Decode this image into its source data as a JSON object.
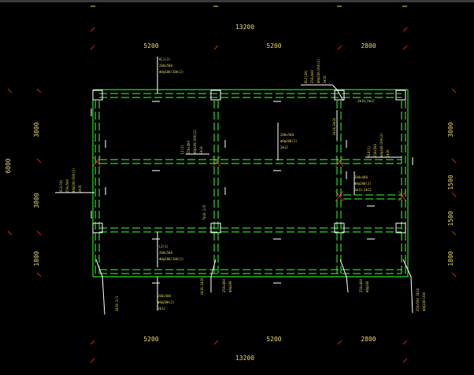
{
  "theme": {
    "background": "#000000",
    "beam_color": "#33ff33",
    "dim_text_color": "#e6d36a",
    "leader_color": "#ffffff",
    "tick_color": "#cc2222"
  },
  "dimensions": {
    "top_total": "13200",
    "top_spans": [
      "5200",
      "5200",
      "2800"
    ],
    "bottom_total": "13200",
    "bottom_spans": [
      "5200",
      "5200",
      "2800"
    ],
    "left_total": "6000",
    "left_spans": [
      "3000",
      "3000",
      "1800"
    ],
    "right_spans": [
      "3000",
      "1500",
      "1500",
      "1800"
    ]
  },
  "annotations": [
    {
      "lines": [
        "KL1(3)",
        "200x500",
        "Φ8@100/200(2)"
      ]
    },
    {
      "lines": [
        "KL2(2A)",
        "250x600",
        "Φ8@100/200(2)",
        "2Φ16"
      ]
    },
    {
      "lines": [
        "2Φ16;2Φ12"
      ]
    },
    {
      "lines": [
        "2Φ14;3Φ14"
      ]
    },
    {
      "lines": [
        "L1(1)",
        "250x400",
        "Φ8@100/200(2)",
        "2Φ14"
      ]
    },
    {
      "lines": [
        "200x500",
        "Φ8@200(2)",
        "2Φ12"
      ]
    },
    {
      "lines": [
        "KL3(1A)",
        "250x500",
        "Φ8@100/200(2)",
        "2Φ16"
      ]
    },
    {
      "lines": [
        "KL4(1)",
        "250x500",
        "Φ8@100/200(2)",
        "2Φ16"
      ]
    },
    {
      "lines": [
        "200x400",
        "Φ8@200(2)",
        "2Φ12;2Φ12"
      ]
    },
    {
      "lines": [
        "7Φ16 2/5"
      ]
    },
    {
      "lines": [
        "L2(1)",
        "200x500",
        "Φ8@100/200(2)"
      ]
    },
    {
      "lines": [
        "200x500",
        "Φ8@200(2)",
        "2Φ12"
      ]
    },
    {
      "lines": [
        "2Φ16;3Φ16"
      ]
    },
    {
      "lines": [
        "250x400",
        "Φ8@100"
      ]
    },
    {
      "lines": [
        "3Φ18 2/1"
      ]
    },
    {
      "lines": [
        "250x400",
        "Φ8@100"
      ]
    },
    {
      "lines": [
        "250x500 2Φ14",
        "Φ8@100/200"
      ]
    }
  ]
}
